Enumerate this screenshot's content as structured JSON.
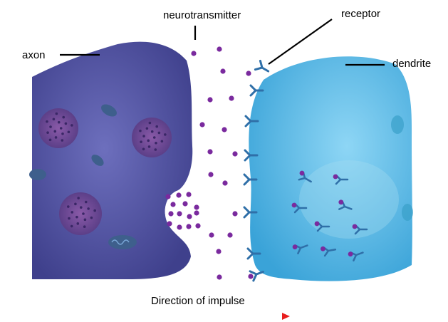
{
  "labels": {
    "axon": "axon",
    "neurotransmitter": "neurotransmitter",
    "receptor": "receptor",
    "dendrite": "dendrite",
    "direction": "Direction of impulse"
  },
  "colors": {
    "axon_fill": "#4b4c9a",
    "dendrite_fill": "#45ade0",
    "vesicle_fill": "#6e4b8f",
    "neurotransmitter": "#7a2a9e",
    "receptor": "#2f6fa8",
    "arrow": "#e81e1e"
  }
}
